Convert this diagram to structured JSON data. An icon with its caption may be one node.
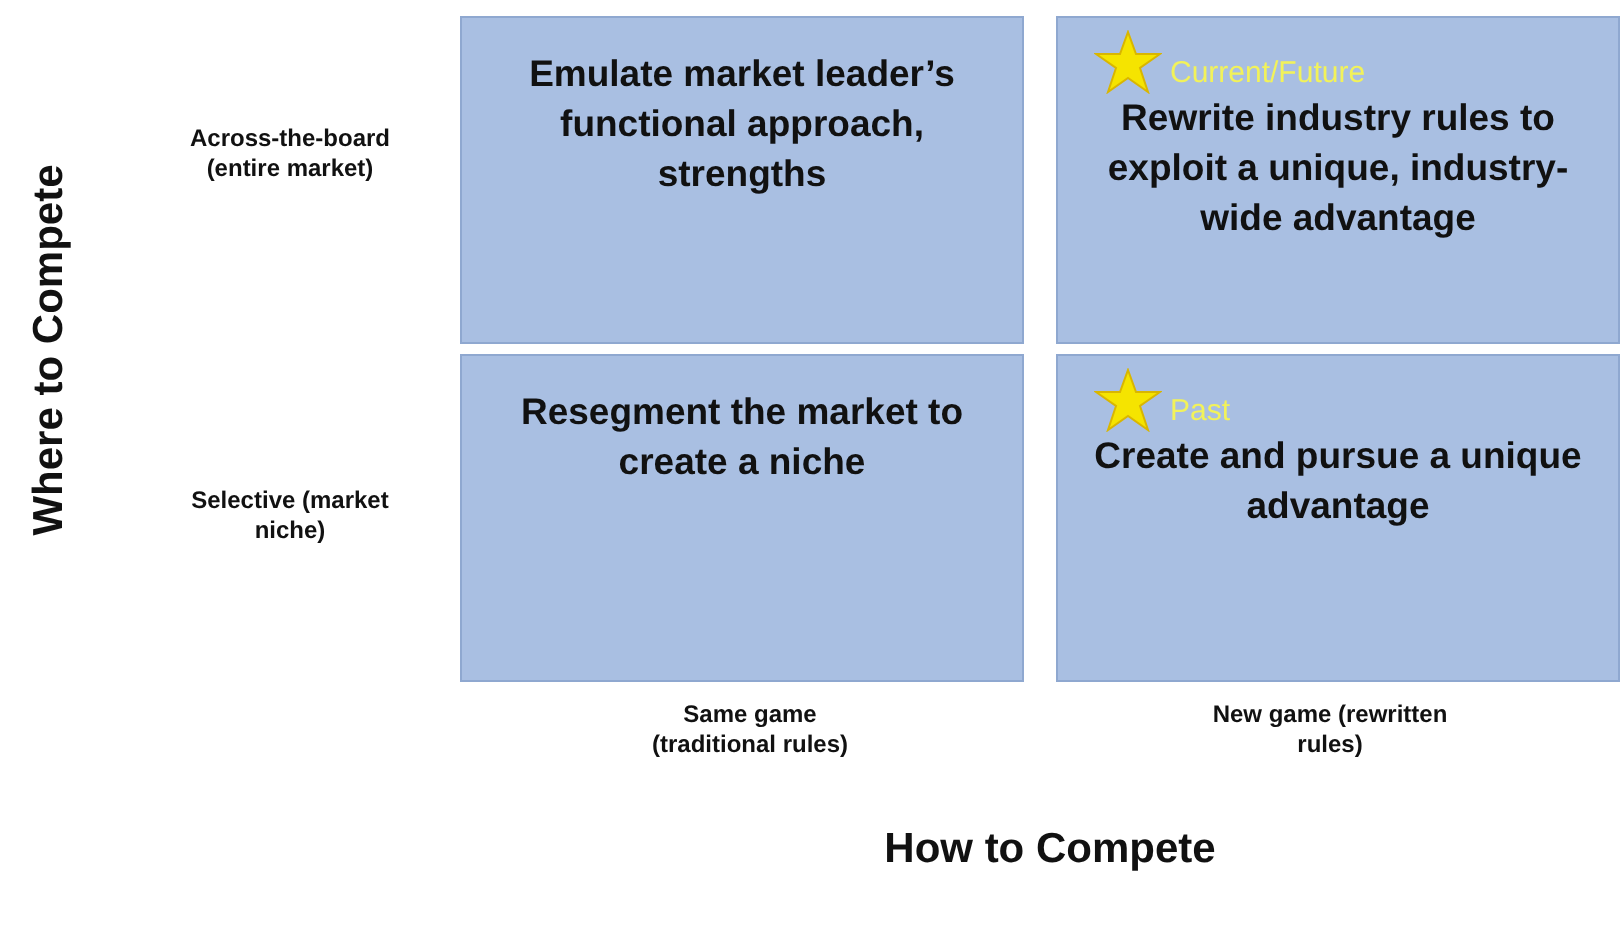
{
  "diagram": {
    "nodes": [
      {
        "text": [
          "Emulate market leader’s functional approach, strengths"
        ]
      },
      {
        "text": [
          "Current/Future",
          "Rewrite industry rules to exploit a unique, industry-wide advantage"
        ]
      },
      {
        "text": [
          "Resegment the market to create a niche"
        ]
      },
      {
        "text": [
          "Past",
          "Create and pursue a unique advantage"
        ]
      }
    ],
    "labels": [
      "Where to Compete",
      "Across-the-board (entire market)",
      "Selective (market niche)",
      "Same game (traditional rules)",
      "New game (rewritten rules)",
      "How to Compete"
    ]
  }
}
